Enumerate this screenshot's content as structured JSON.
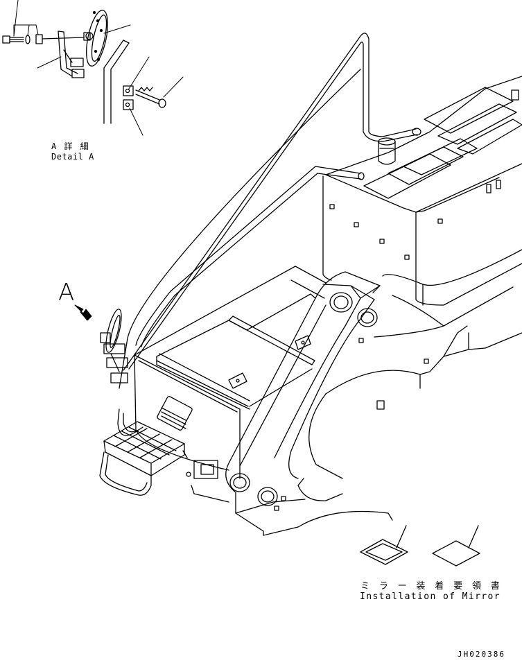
{
  "detail": {
    "label_jp": "A 詳 細",
    "label_en": "Detail A"
  },
  "view_marker": {
    "letter": "A"
  },
  "manual": {
    "label_jp": "ミ ラ ー 装 着 要 領 書",
    "label_en": "Installation of Mirror"
  },
  "drawing_number": "JH020386",
  "colors": {
    "line": "#000000",
    "background": "#ffffff"
  }
}
